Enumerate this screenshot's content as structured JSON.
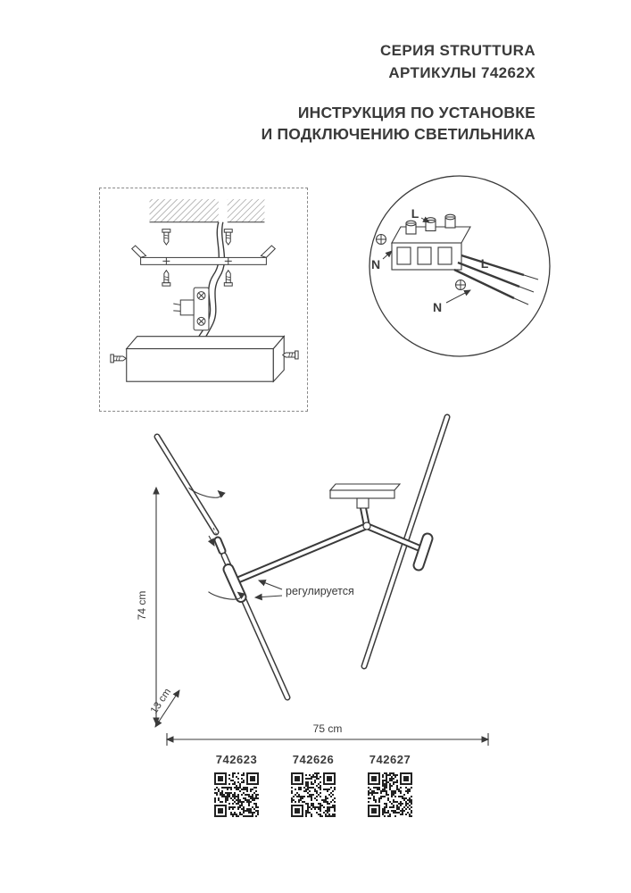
{
  "header": {
    "series": "СЕРИЯ STRUTTURA",
    "articles": "АРТИКУЛЫ 74262X",
    "title_line1": "ИНСТРУКЦИЯ ПО УСТАНОВКЕ",
    "title_line2": "И ПОДКЛЮЧЕНИЮ СВЕТИЛЬНИКА"
  },
  "wiring_detail": {
    "l_top": "L",
    "n_left": "N",
    "l_right": "L",
    "n_bottom": "N"
  },
  "fixture_diagram": {
    "adjust_label": "регулируется",
    "height_dim": "74 cm",
    "offset_dim": "13 cm",
    "width_dim": "75 cm"
  },
  "qr_items": [
    {
      "article": "742623"
    },
    {
      "article": "742626"
    },
    {
      "article": "742627"
    }
  ],
  "colors": {
    "ink": "#3a3a3a"
  }
}
